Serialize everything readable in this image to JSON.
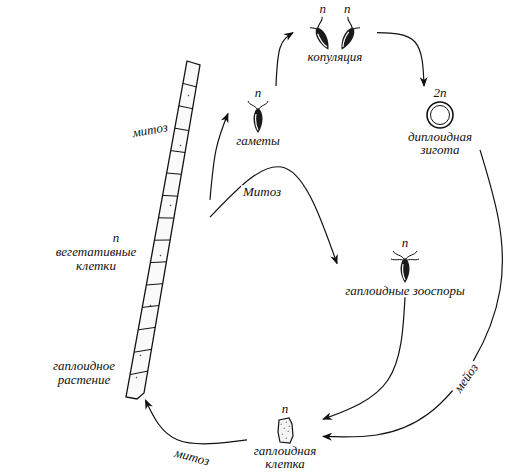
{
  "diagram": {
    "nodes": [
      {
        "text": [
          "n",
          "вегетативные клетки",
          "гаплоидное растение"
        ]
      },
      {
        "text": [
          "n",
          "гаметы"
        ]
      },
      {
        "text": [
          "n",
          "n",
          "копуляция"
        ]
      },
      {
        "text": [
          "2n",
          "диплоидная зигота"
        ]
      },
      {
        "text": [
          "n",
          "гаплоидные зооспоры"
        ]
      },
      {
        "text": [
          "n",
          "гаплоидная клетка"
        ]
      }
    ],
    "edges": [
      {
        "from": 0,
        "to": 1,
        "label": "митоз",
        "arrow": "to"
      },
      {
        "from": 1,
        "to": 2,
        "arrow": "to"
      },
      {
        "from": 2,
        "to": 3,
        "arrow": "to"
      },
      {
        "from": 3,
        "to": 5,
        "label": "мейоз",
        "arrow": "to"
      },
      {
        "from": 0,
        "to": 4,
        "label": "Митоз",
        "arrow": "to"
      },
      {
        "from": 4,
        "to": 5,
        "arrow": "to"
      },
      {
        "from": 5,
        "to": 0,
        "label": "митоз",
        "arrow": "to"
      }
    ]
  }
}
